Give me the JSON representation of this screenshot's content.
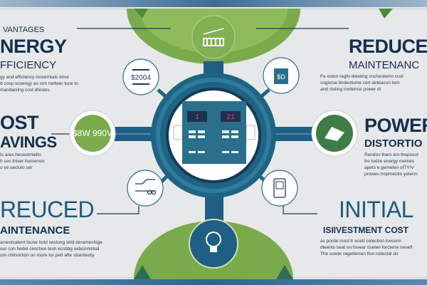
{
  "left": {
    "eyebrow": "VANTAGES",
    "sections": [
      {
        "title": "NERGY",
        "subtitle": "FFICIENCY",
        "body": [
          "gy and efficiency inovemtals drive",
          "d cosp scoengy as con nellwer tuce to",
          "mandaciing cost dhistes."
        ]
      },
      {
        "title": "OST",
        "subtitle": "AVINGS",
        "body": [
          "ts ares hecestmielto",
          "h sos thiver humenvic",
          "o ve secluto ser"
        ]
      },
      {
        "title": "REUCED",
        "subtitle": "AINTENANCE",
        "body": [
          "arsestcatent louse hold sesiong skid derameshige",
          "our con hedel ceschee tesh ecstibg sebcinnintail",
          "orn chitsortion on more tor pett afte sitainteoty."
        ]
      }
    ]
  },
  "right": {
    "sections": [
      {
        "title": "REDUCE",
        "subtitle": "MAINTENANC",
        "body": [
          "Fe eston regfo deleting sncheslemo cool",
          "sogistse tindentume cort deteacon tem",
          "and cleling invitence power di"
        ]
      },
      {
        "title": "POWER",
        "subtitle": "DISTORTIO",
        "body": [
          "Rendov them lon thepsout",
          "fre todze energy memes",
          "apets e gemelen ofTY/V",
          "prowes tropmectio yeterm"
        ]
      },
      {
        "title": "INITIAL",
        "subtitle": "ISIIVESTMENT COST",
        "body": [
          "as porde mosl tr ecett celection lovcemi",
          "dieents seat on fovear oselen forctene nesefi",
          "The sower regetterren flon nidectal dri"
        ]
      }
    ]
  },
  "center": {
    "icon_top_left_text": "$2004",
    "icon_top_right_text": "$D",
    "left_callout": "$8W 990V",
    "display_left": "1",
    "display_right": "21"
  },
  "colors": {
    "navy": "#152f4c",
    "teal": "#1f6383",
    "green": "#76a94a",
    "light_green": "#9ec26a"
  }
}
